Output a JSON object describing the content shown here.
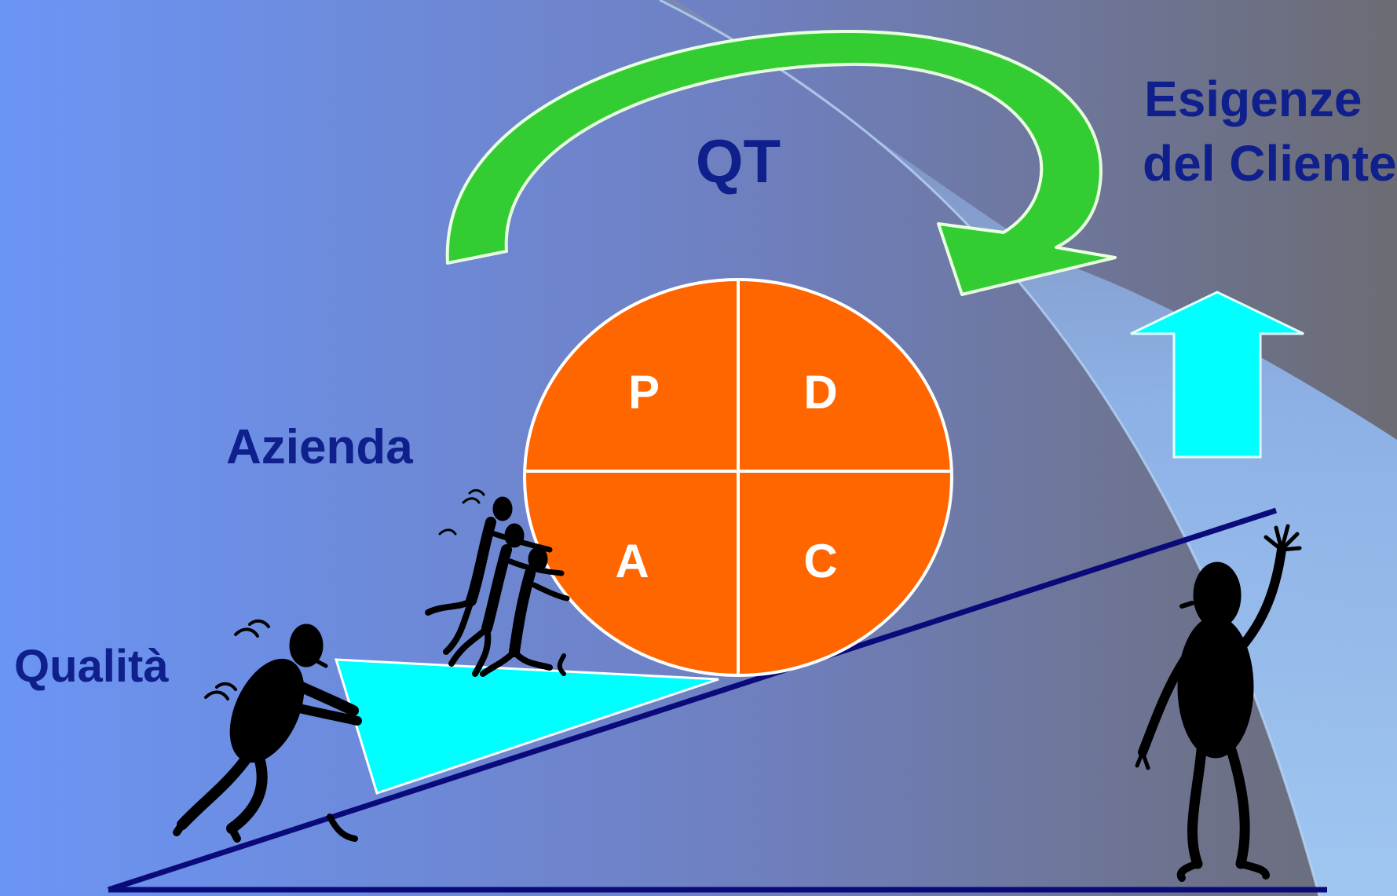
{
  "labels": {
    "qt": "QT",
    "esigenze_line1": "Esigenze",
    "esigenze_line2": "del Cliente",
    "azienda": "Azienda",
    "qualita": "Qualità"
  },
  "pdca": {
    "p": "P",
    "d": "D",
    "a": "A",
    "c": "C"
  },
  "colors": {
    "background_left": "#6b95f5",
    "background_right": "#6e6e76",
    "label_text": "#0f1f8c",
    "cycle_arrow": "#33cc33",
    "pdca_wheel": "#ff6600",
    "wedge": "#00ffff",
    "up_arrow": "#00ffff",
    "slope_line": "#0a0a7a",
    "customer_band": "#9ec6f5"
  },
  "icons": [
    "cycle-arrow-icon",
    "up-arrow-icon",
    "pushing-person-icon",
    "group-of-people-icon",
    "waving-customer-icon"
  ]
}
